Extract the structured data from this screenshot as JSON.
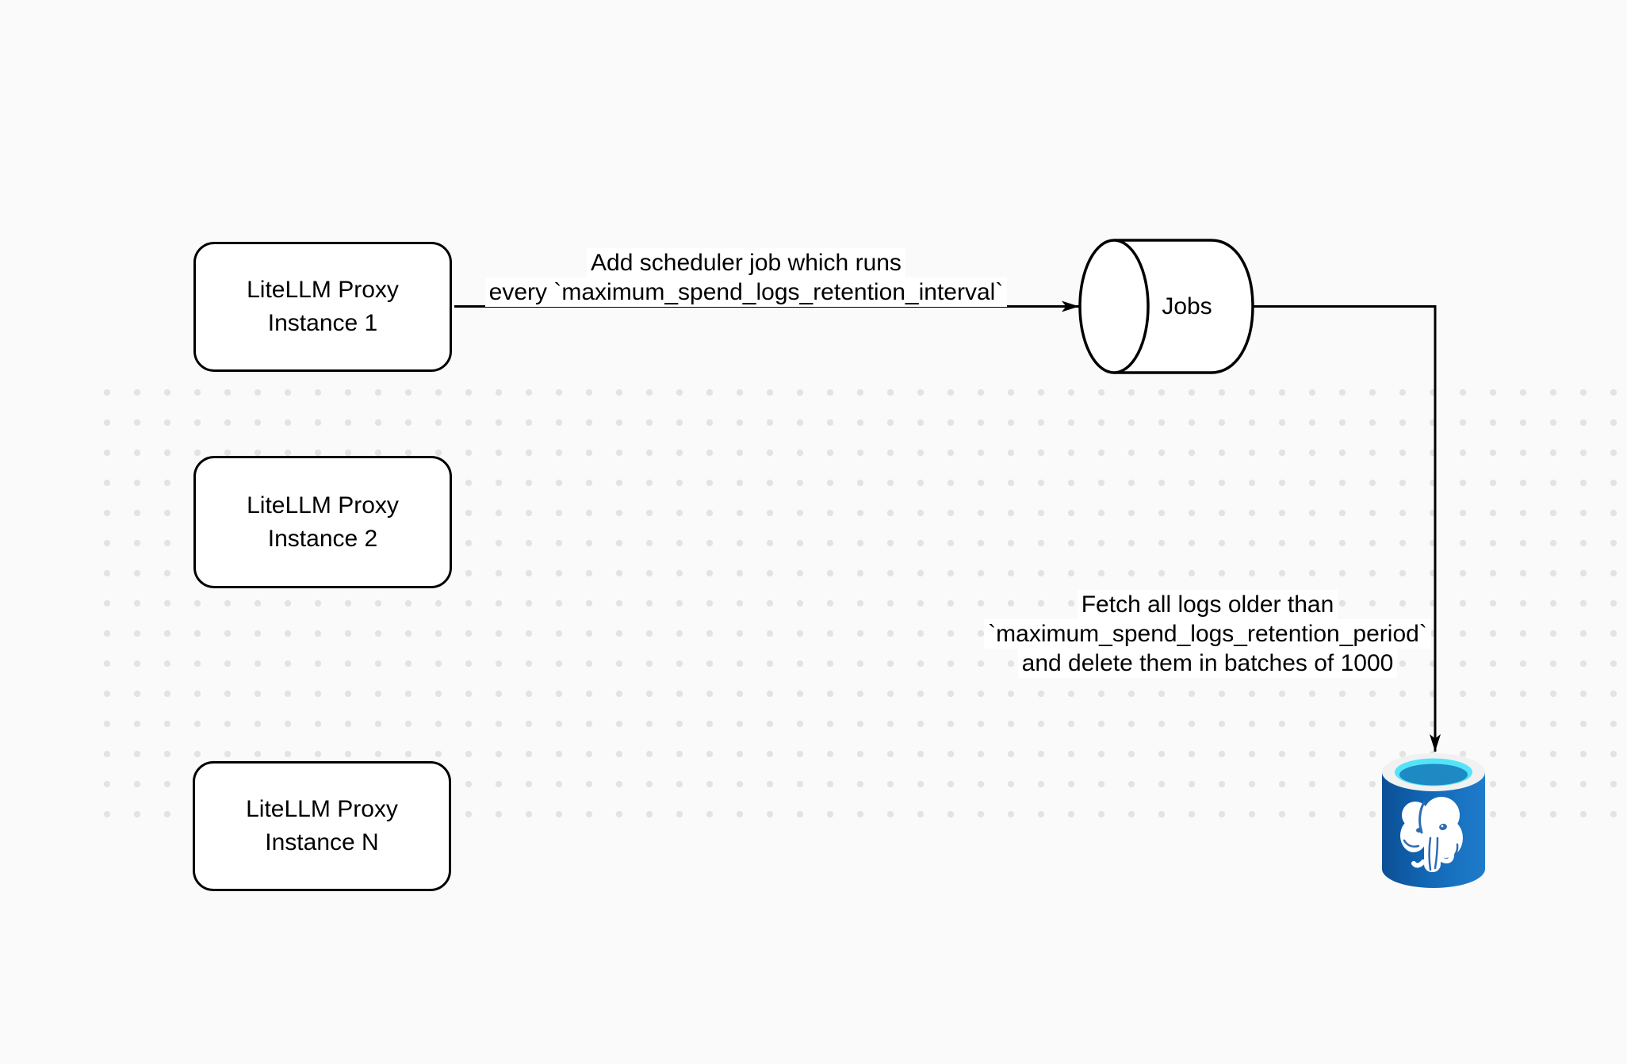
{
  "diagram": {
    "nodes": {
      "proxy1": {
        "line1": "LiteLLM Proxy",
        "line2": "Instance 1"
      },
      "proxy2": {
        "line1": "LiteLLM Proxy",
        "line2": "Instance 2"
      },
      "proxyN": {
        "line1": "LiteLLM Proxy",
        "line2": "Instance N"
      },
      "jobs": {
        "label": "Jobs"
      }
    },
    "edges": {
      "scheduler": {
        "line1": "Add scheduler job which runs",
        "line2": "every `maximum_spend_logs_retention_interval`"
      },
      "fetch": {
        "line1": "Fetch all logs older than",
        "line2": "`maximum_spend_logs_retention_period`",
        "line3": "and delete them in batches of 1000"
      }
    },
    "icons": {
      "database": "postgresql-database-icon",
      "queue": "jobs-queue-cylinder"
    },
    "colors": {
      "background": "#fafafa",
      "grid_dot": "#e3e3e3",
      "stroke": "#000000",
      "node_fill": "#ffffff",
      "postgres_blue": "#1268b6",
      "postgres_blue_dark": "#0b4f94",
      "postgres_blue_light": "#1f7ccb",
      "postgres_cyan": "#53e4fa",
      "postgres_liquid": "#1e89c2",
      "postgres_rim": "#f1f1f1",
      "elephant_detail": "#2e6cb4"
    }
  }
}
